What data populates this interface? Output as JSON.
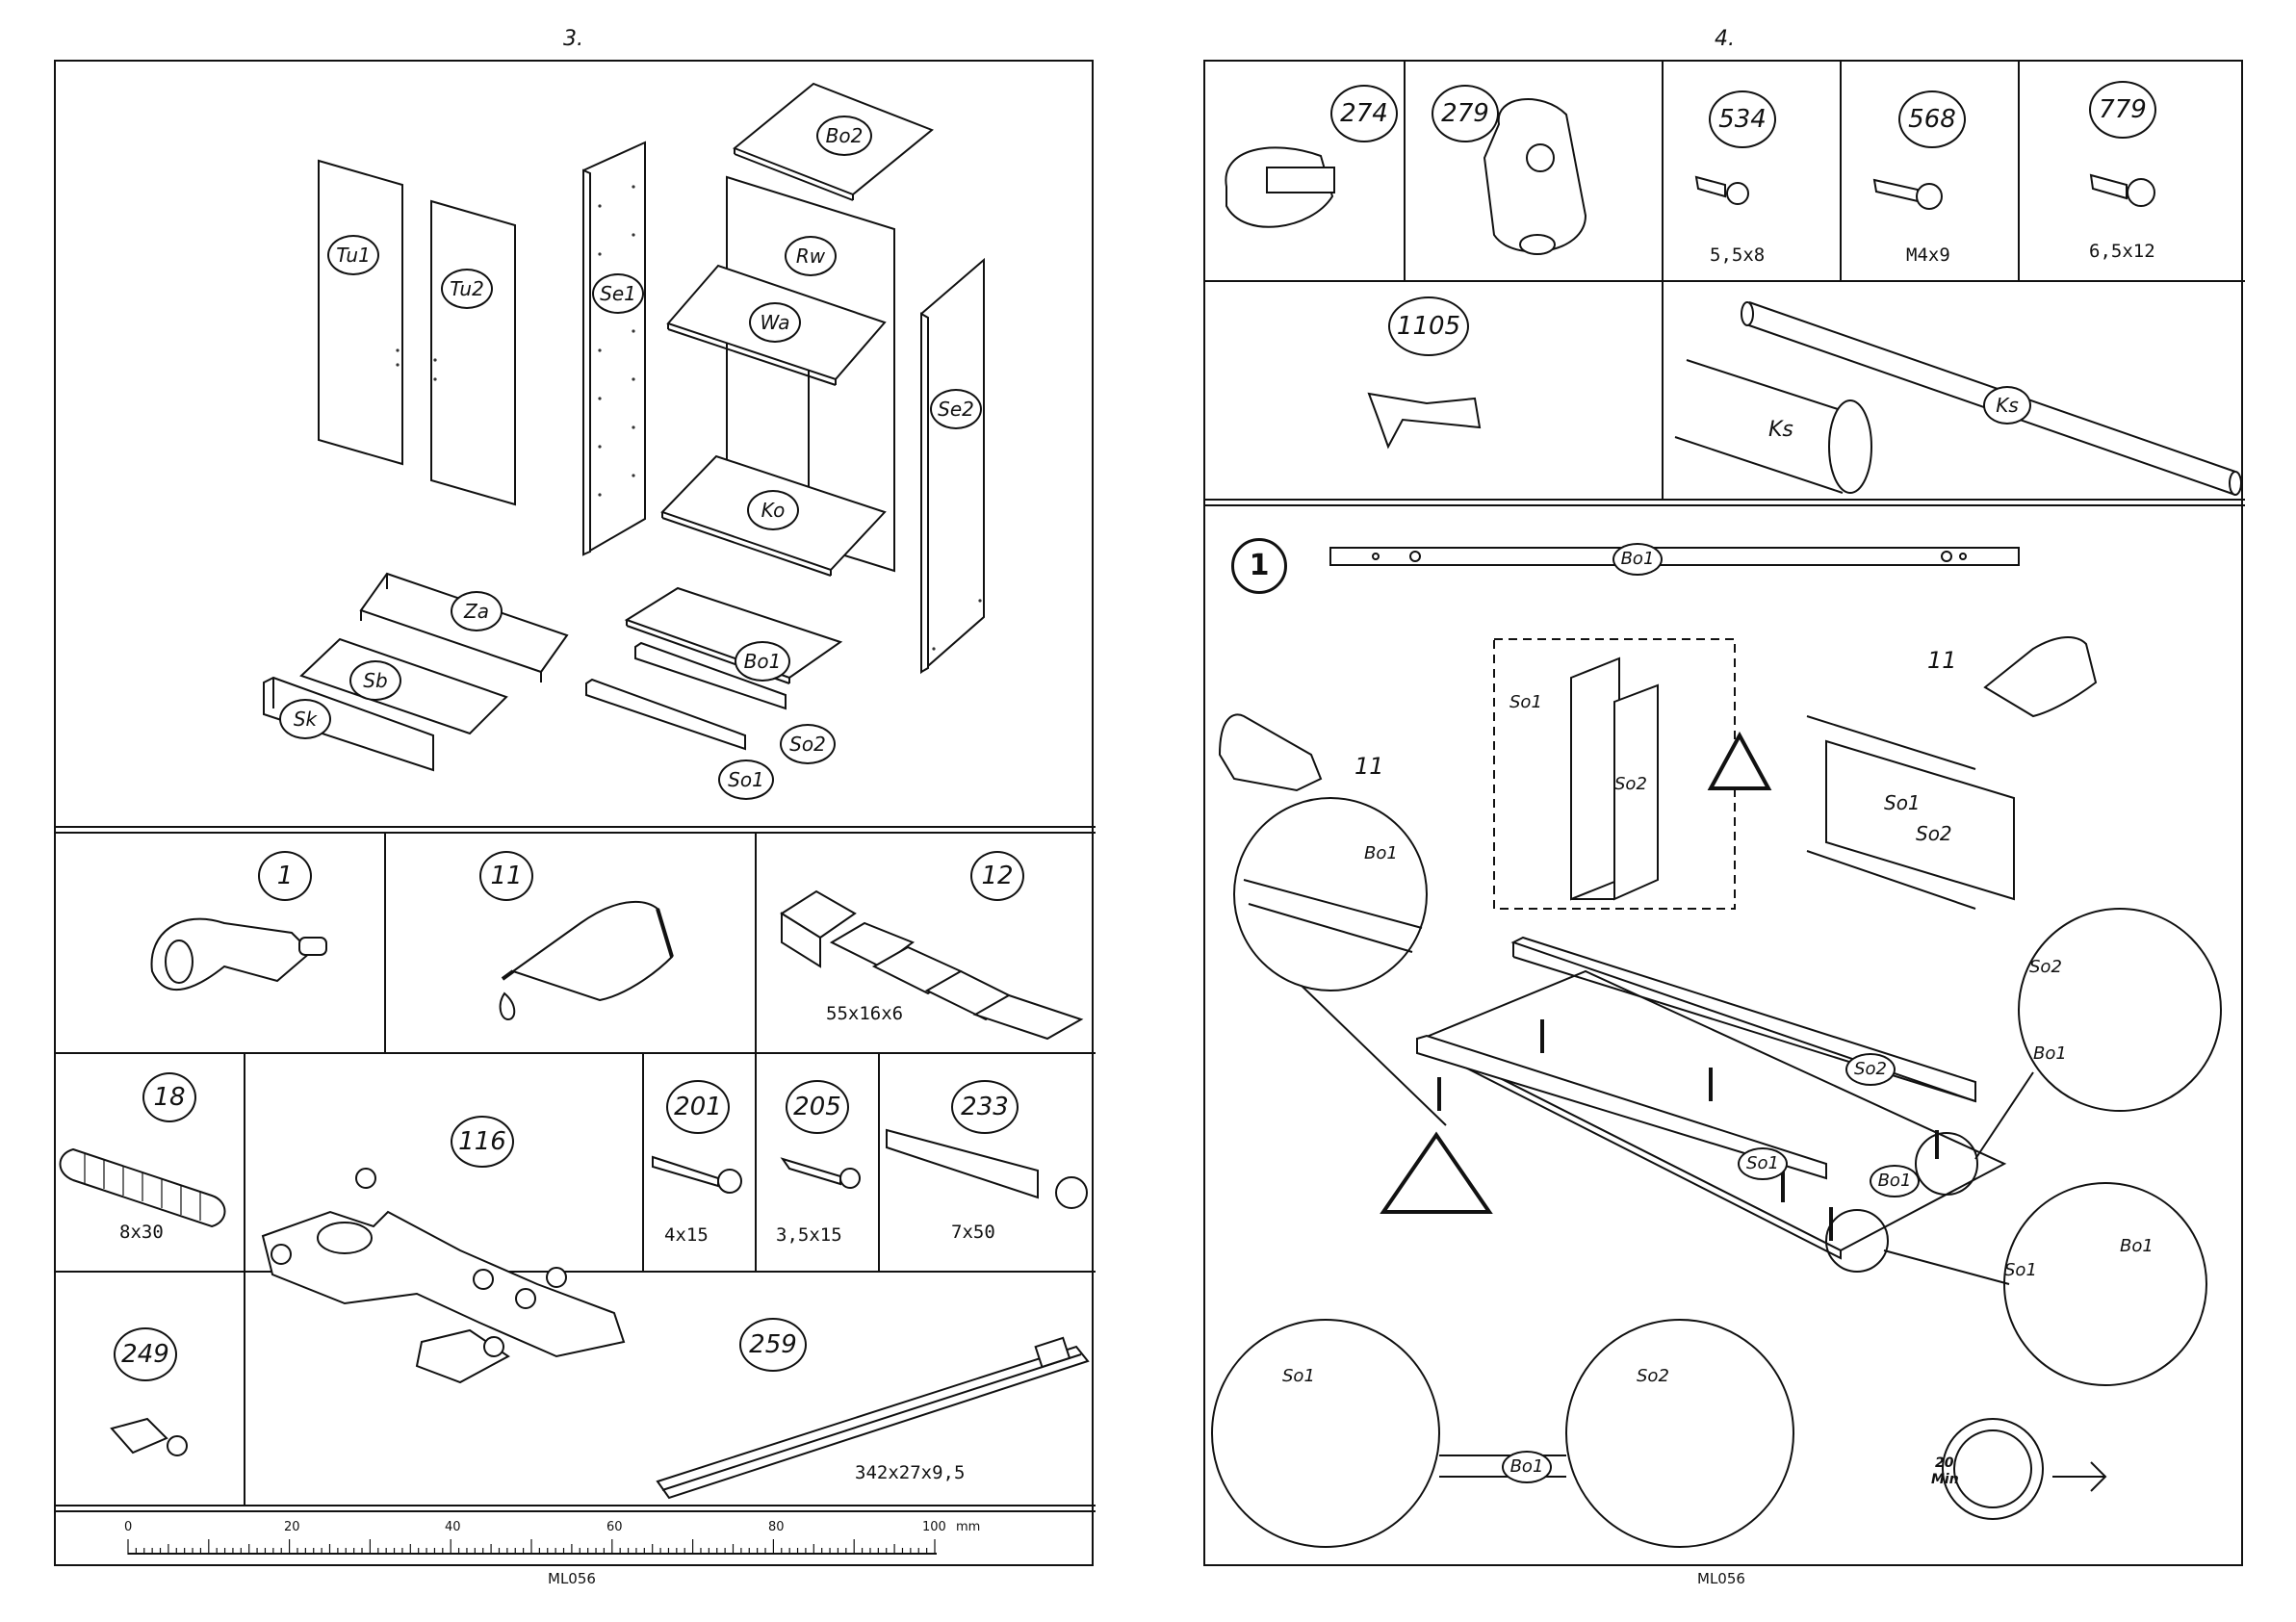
{
  "pages": {
    "left": {
      "page_number": "3.",
      "panels": [
        "Tu1",
        "Tu2",
        "Se1",
        "Bo2",
        "Rw",
        "Wa",
        "Ko",
        "Se2",
        "Za",
        "Sb",
        "Sk",
        "Bo1",
        "So2",
        "So1"
      ],
      "hardware": [
        {
          "id": "1",
          "size": ""
        },
        {
          "id": "11",
          "size": ""
        },
        {
          "id": "12",
          "size": "55x16x6"
        },
        {
          "id": "18",
          "size": "8x30"
        },
        {
          "id": "116",
          "size": ""
        },
        {
          "id": "201",
          "size": "4x15"
        },
        {
          "id": "205",
          "size": "3,5x15"
        },
        {
          "id": "233",
          "size": "7x50"
        },
        {
          "id": "249",
          "size": ""
        },
        {
          "id": "259",
          "size": "342x27x9,5"
        }
      ],
      "ruler": {
        "ticks": [
          "0",
          "20",
          "40",
          "60",
          "80",
          "100"
        ],
        "unit": "mm"
      },
      "footer_code": "ML056"
    },
    "right": {
      "page_number": "4.",
      "hardware": [
        {
          "id": "274",
          "size": ""
        },
        {
          "id": "279",
          "size": ""
        },
        {
          "id": "534",
          "size": "5,5x8"
        },
        {
          "id": "568",
          "size": "M4x9"
        },
        {
          "id": "779",
          "size": "6,5x12"
        },
        {
          "id": "1105",
          "size": ""
        }
      ],
      "rails": [
        "Ks",
        "Ks"
      ],
      "step": {
        "number": "1",
        "glue_label": "11",
        "labels": {
          "bo1": "Bo1",
          "so1": "So1",
          "so2": "So2",
          "so1_so2_a": "So1",
          "so1_so2_b": "So2"
        },
        "timer": {
          "value": "20",
          "unit": "Min"
        }
      },
      "footer_code": "ML056"
    }
  }
}
